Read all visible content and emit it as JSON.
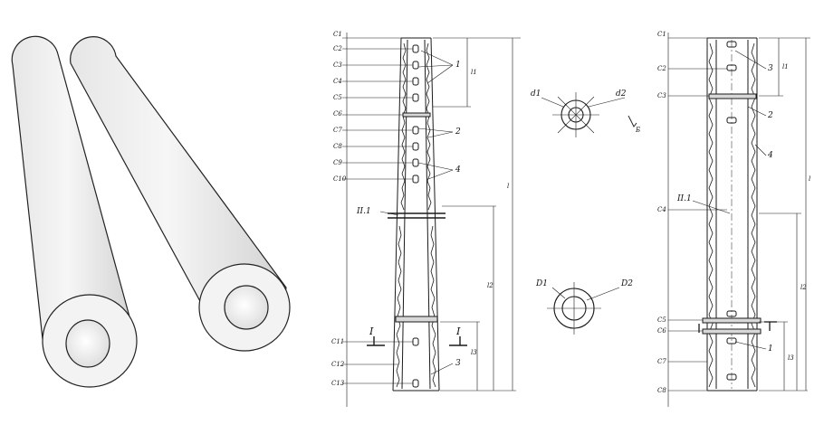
{
  "colors": {
    "line": "#1a1a1a",
    "tube_light": "#f4f4f4",
    "tube_mid": "#dcdcdc",
    "tube_dark": "#bdbdbd",
    "background": "#ffffff"
  },
  "front_view": {
    "callouts": [
      "1",
      "2",
      "4",
      "3"
    ],
    "dimensions": [
      "l1",
      "l",
      "l2",
      "l3"
    ],
    "section_marks": [
      "I",
      "I"
    ],
    "joint": "II.1",
    "left_marks": [
      "C1",
      "C2",
      "C3",
      "C4",
      "C5",
      "C6",
      "C7",
      "C8",
      "C9",
      "C10",
      "C11",
      "C12",
      "C13"
    ]
  },
  "side_view": {
    "callouts": [
      "3",
      "2",
      "4",
      "1"
    ],
    "dimensions": [
      "l1",
      "l",
      "l2",
      "l3"
    ],
    "joint": "II.1",
    "left_marks": [
      "C1",
      "C2",
      "C3",
      "C4",
      "C5",
      "C6",
      "C7",
      "C8"
    ]
  },
  "section_top": {
    "labels": [
      "d1",
      "d2"
    ],
    "note": "Б"
  },
  "section_bottom": {
    "labels": [
      "D1",
      "D2"
    ]
  }
}
